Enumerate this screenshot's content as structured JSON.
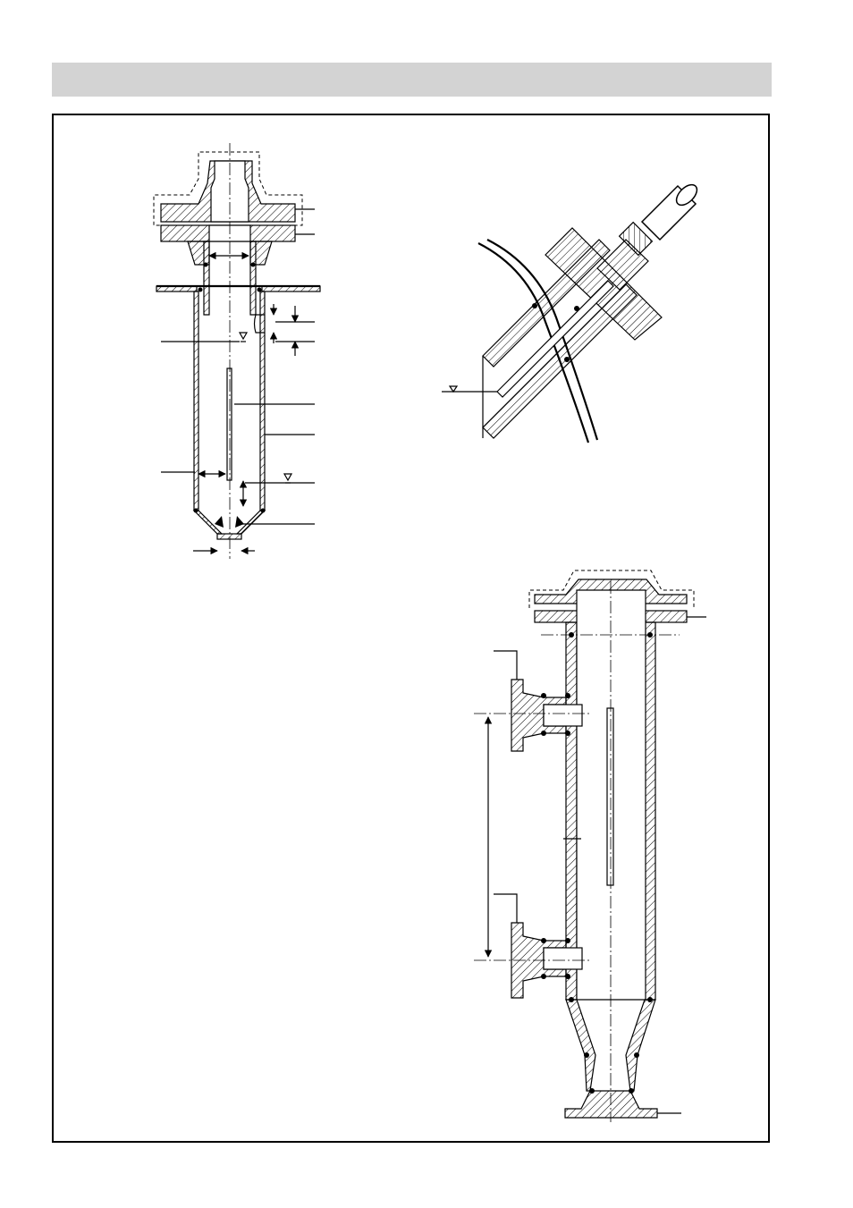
{
  "page": {
    "header_text": ""
  },
  "figures": {
    "left_assembly": "sensor-vessel-vertical",
    "right_top": "angled-probe-installation",
    "right_bottom": "bypass-vessel-with-flanges"
  }
}
